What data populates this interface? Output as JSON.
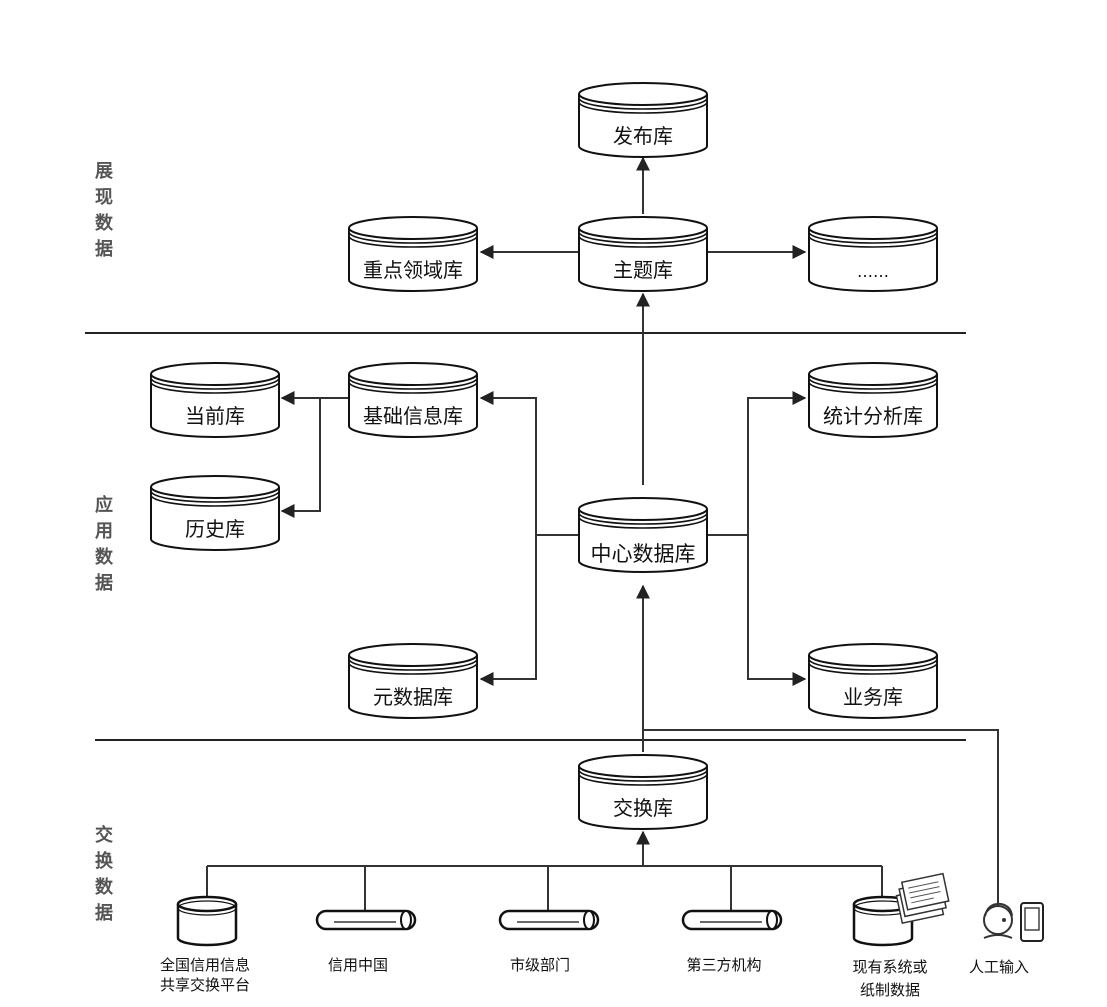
{
  "layers": {
    "presentation": [
      "展",
      "现",
      "数",
      "据"
    ],
    "application": [
      "应",
      "用",
      "数",
      "据"
    ],
    "exchange": [
      "交",
      "换",
      "数",
      "据"
    ]
  },
  "databases": {
    "publish": "发布库",
    "key_domain": "重点领域库",
    "topic": "主题库",
    "more": "……",
    "current": "当前库",
    "basic_info": "基础信息库",
    "statistics": "统计分析库",
    "history": "历史库",
    "center": "中心数据库",
    "metadata": "元数据库",
    "business": "业务库",
    "exchange": "交换库"
  },
  "sources": {
    "national_platform": [
      "全国信用信息",
      "共享交换平台"
    ],
    "credit_china": "信用中国",
    "city_departments": "市级部门",
    "third_party": "第三方机构",
    "existing_systems": [
      "现有系统或",
      "纸制数据"
    ],
    "manual_input": "人工输入"
  }
}
